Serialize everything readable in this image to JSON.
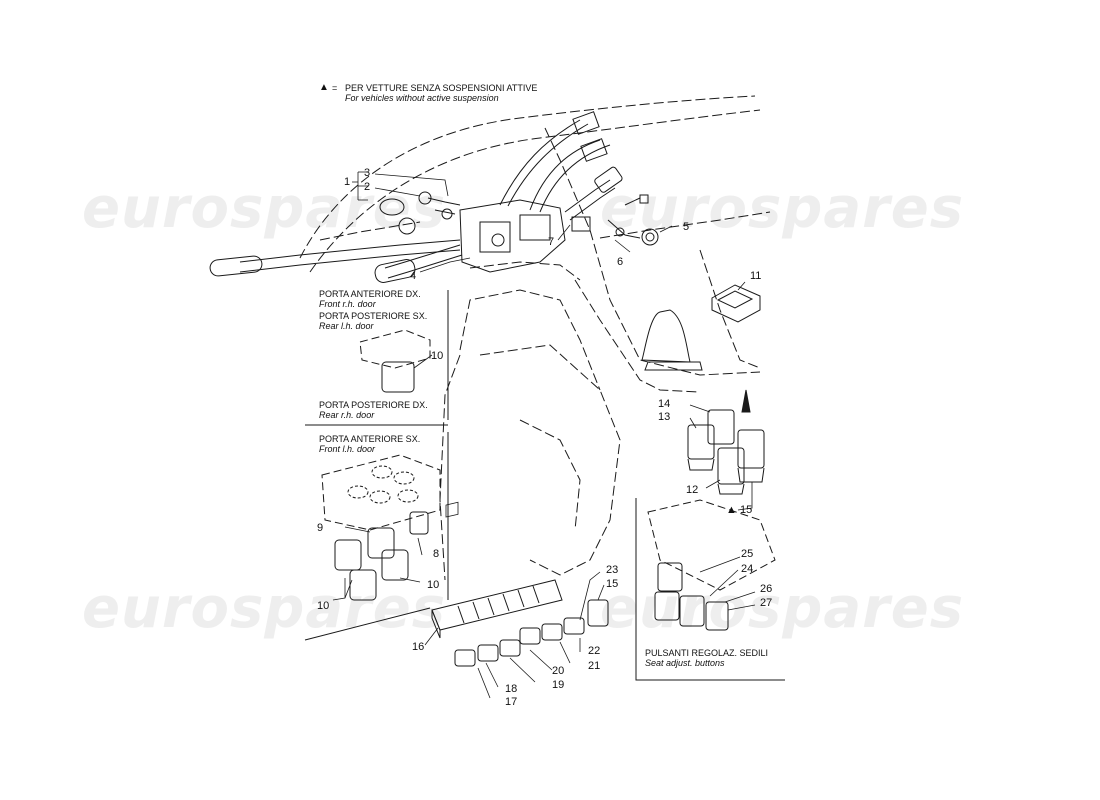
{
  "legend": {
    "symbol": "▲",
    "equals": "=",
    "title_it": "PER VETTURE SENZA SOSPENSIONI ATTIVE",
    "title_en": "For vehicles without active suspension"
  },
  "panels": {
    "front_rh": {
      "it": "PORTA ANTERIORE DX.",
      "en": "Front r.h. door"
    },
    "rear_lh": {
      "it": "PORTA POSTERIORE SX.",
      "en": "Rear l.h. door"
    },
    "rear_rh": {
      "it": "PORTA POSTERIORE DX.",
      "en": "Rear r.h. door"
    },
    "front_lh": {
      "it": "PORTA ANTERIORE SX.",
      "en": "Front l.h. door"
    },
    "seat": {
      "it": "PULSANTI REGOLAZ. SEDILI",
      "en": "Seat adjust. buttons"
    }
  },
  "callouts": {
    "n1": "1",
    "n2": "2",
    "n3": "3",
    "n4": "4",
    "n5": "5",
    "n6": "6",
    "n7": "7",
    "n8": "8",
    "n9": "9",
    "n10a": "10",
    "n10b": "10",
    "n10c": "10",
    "n11": "11",
    "n12": "12",
    "n13": "13",
    "n14": "14",
    "n15a": "15",
    "n15b": "15",
    "n16": "16",
    "n17": "17",
    "n18": "18",
    "n19": "19",
    "n20": "20",
    "n21": "21",
    "n22": "22",
    "n23": "23",
    "n24": "24",
    "n25": "25",
    "n26": "26",
    "n27": "27"
  },
  "watermark": {
    "text": "eurospares"
  },
  "colors": {
    "line": "#1a1a1a",
    "watermark": "#969696"
  }
}
